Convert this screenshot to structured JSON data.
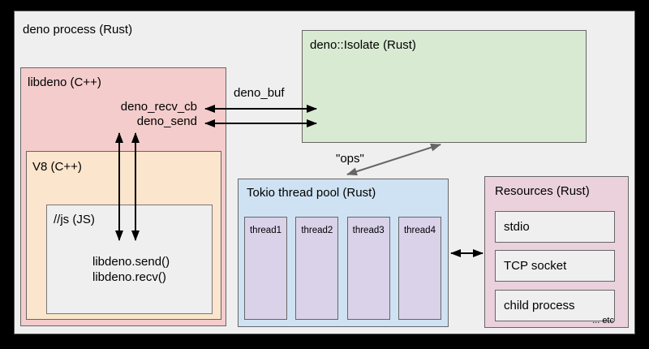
{
  "palette": {
    "frame_bg": "#000000",
    "canvas_bg": "#efefef",
    "libdeno_fill": "#f4cccc",
    "v8_fill": "#fce5cd",
    "js_fill": "#efefef",
    "isolate_fill": "#d9ead3",
    "tokio_fill": "#cfe2f3",
    "thread_fill": "#d9d2e9",
    "resources_fill": "#ead1dc",
    "resource_item_fill": "#efefef",
    "box_border": "#666666",
    "arrow_black": "#000000",
    "arrow_gray": "#666666"
  },
  "process_box": {
    "label": "deno process (Rust)"
  },
  "libdeno": {
    "label": "libdeno (C++)",
    "recv_cb_label": "deno_recv_cb",
    "send_label": "deno_send"
  },
  "v8": {
    "label": "V8 (C++)"
  },
  "js": {
    "label": "//js (JS)",
    "code_lines": [
      "libdeno.send()",
      "libdeno.recv()"
    ]
  },
  "isolate": {
    "label": "deno::Isolate (Rust)"
  },
  "tokio": {
    "label": "Tokio thread pool (Rust)",
    "threads": [
      "thread1",
      "thread2",
      "thread3",
      "thread4"
    ]
  },
  "resources": {
    "label": "Resources (Rust)",
    "items": [
      "stdio",
      "TCP socket",
      "child process"
    ],
    "etc_label": "... etc"
  },
  "arrow_labels": {
    "deno_buf": "deno_buf",
    "ops": "\"ops\""
  }
}
